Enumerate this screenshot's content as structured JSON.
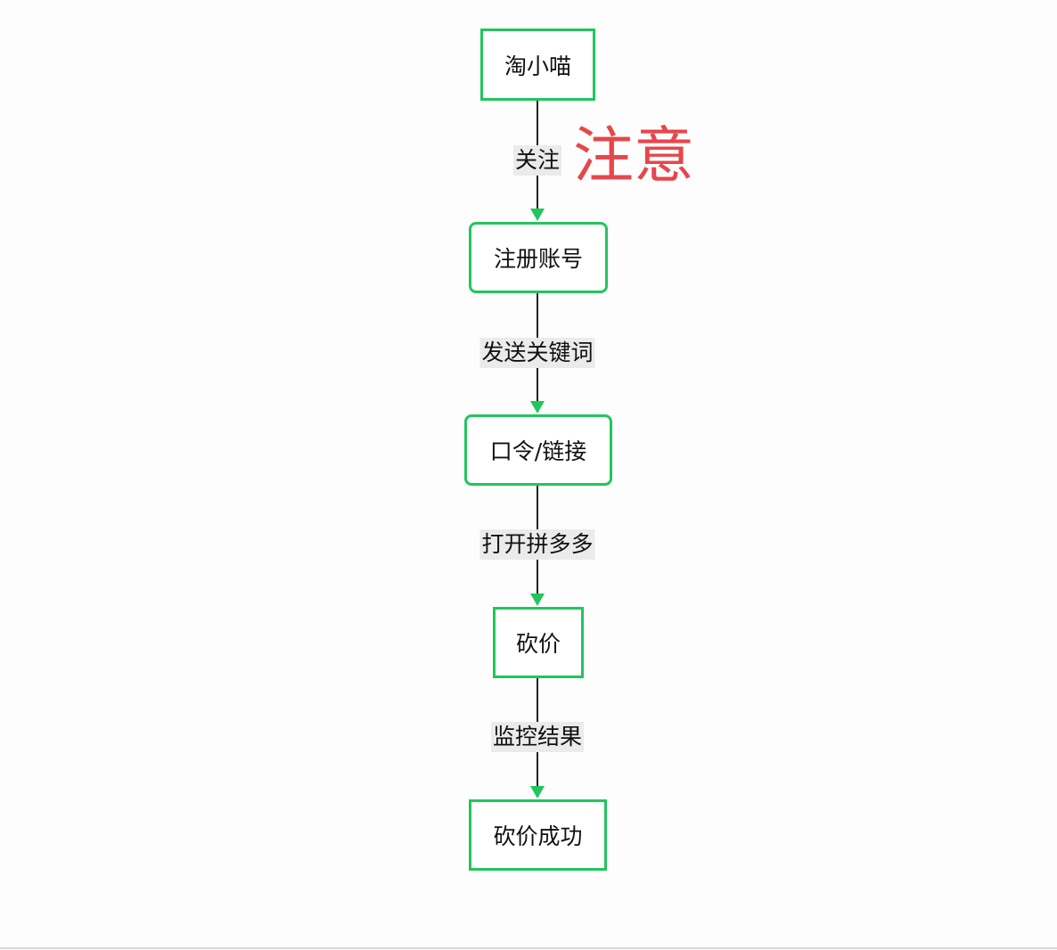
{
  "colors": {
    "node_border": "#22c55e",
    "arrow": "#22c55e",
    "edge_line": "#222222",
    "note": "#e5474b",
    "label_bg": "#ebebeb"
  },
  "flow": {
    "nodes": [
      {
        "id": "n1",
        "label": "淘小喵"
      },
      {
        "id": "n2",
        "label": "注册账号"
      },
      {
        "id": "n3",
        "label": "口令/链接"
      },
      {
        "id": "n4",
        "label": "砍价"
      },
      {
        "id": "n5",
        "label": "砍价成功"
      }
    ],
    "edges": [
      {
        "from": "n1",
        "to": "n2",
        "label": "关注"
      },
      {
        "from": "n2",
        "to": "n3",
        "label": "发送关键词"
      },
      {
        "from": "n3",
        "to": "n4",
        "label": "打开拼多多"
      },
      {
        "from": "n4",
        "to": "n5",
        "label": "监控结果"
      }
    ]
  },
  "annotation": {
    "text": "注意"
  }
}
